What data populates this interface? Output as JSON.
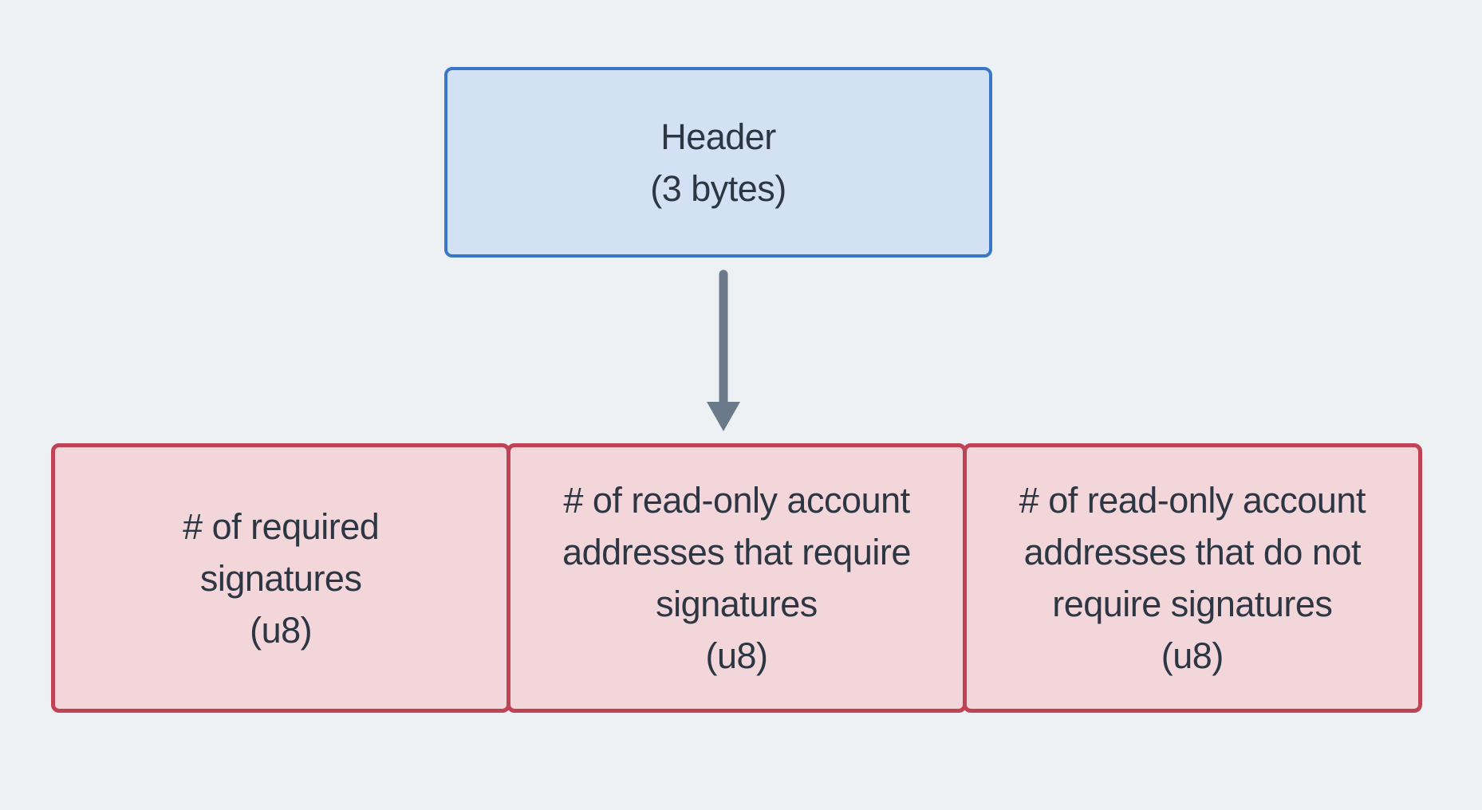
{
  "header_box": {
    "lines": [
      "Header",
      "(3 bytes)"
    ]
  },
  "field_boxes": [
    {
      "lines": [
        "# of required",
        "signatures",
        "(u8)"
      ]
    },
    {
      "lines": [
        "# of read-only account",
        "addresses that require",
        "signatures",
        "(u8)"
      ]
    },
    {
      "lines": [
        "# of read-only account",
        "addresses that do not",
        "require signatures",
        "(u8)"
      ]
    }
  ],
  "icons": {
    "down_arrow": "↓"
  },
  "colors": {
    "background": "#edf1f4",
    "header_fill": "#d3e1f5",
    "header_border": "#3b77c8",
    "field_fill": "#f3d6da",
    "field_border": "#c04255",
    "arrow": "#6b7a8a",
    "text": "#2d3744"
  }
}
